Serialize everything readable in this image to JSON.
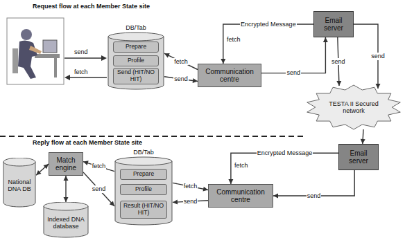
{
  "diagram": {
    "nodes": [
      {
        "text": [
          "DB/Tab"
        ]
      },
      {
        "text": [
          "Prepare"
        ],
        "in": 0
      },
      {
        "text": [
          "Profile"
        ],
        "in": 0
      },
      {
        "text": [
          "Send (HIT/NO HIT)"
        ],
        "in": 0
      },
      {
        "text": [
          "Communication centre"
        ]
      },
      {
        "text": [
          "Email server"
        ]
      },
      {
        "text": [
          "TESTA II Secured network"
        ]
      },
      {
        "text": [
          "National DNA DB"
        ]
      },
      {
        "text": [
          "Match engine"
        ]
      },
      {
        "text": [
          "Indexed DNA database"
        ]
      },
      {
        "text": [
          "DB/Tab"
        ]
      },
      {
        "text": [
          "Prepare"
        ],
        "in": 10
      },
      {
        "text": [
          "Profile"
        ],
        "in": 10
      },
      {
        "text": [
          "Result (HIT/NO HIT)"
        ],
        "in": 10
      },
      {
        "text": [
          "Communication centre"
        ]
      },
      {
        "text": [
          "Email server"
        ]
      }
    ],
    "edges": [
      {
        "from": 4,
        "to": 0,
        "label": "fetch",
        "arrow": "to"
      },
      {
        "from": 0,
        "to": 4,
        "label": "send",
        "arrow": "to"
      },
      {
        "from": 4,
        "to": 5,
        "label": "send",
        "arrow": "to"
      },
      {
        "from": 5,
        "to": 4,
        "label": "Encrypted Message",
        "arrow": "to"
      },
      {
        "from": 5,
        "to": 6,
        "label": "send",
        "arrow": "to"
      },
      {
        "from": 5,
        "to": 6,
        "label": "send",
        "arrow": "to"
      },
      {
        "from": 6,
        "to": 15,
        "arrow": "to"
      },
      {
        "from": 15,
        "to": 14,
        "label": "Encrypted Message",
        "arrow": "to"
      },
      {
        "from": 15,
        "to": 14,
        "label": "send",
        "arrow": "to"
      },
      {
        "from": 14,
        "to": 10,
        "label": "send",
        "arrow": "to"
      },
      {
        "from": 10,
        "to": 14,
        "label": "fetch",
        "arrow": "to"
      },
      {
        "from": 10,
        "to": 8,
        "label": "fetch",
        "arrow": "to"
      },
      {
        "from": 8,
        "to": 10,
        "label": "send",
        "arrow": "to"
      },
      {
        "from": 7,
        "to": 8,
        "arrow": "both"
      },
      {
        "from": 8,
        "to": 9,
        "arrow": "both"
      }
    ],
    "labels": [
      "Request flow at each Member State site",
      "send",
      "fetch",
      "fetch",
      "Reply flow at each Member State site",
      "fetch"
    ]
  }
}
